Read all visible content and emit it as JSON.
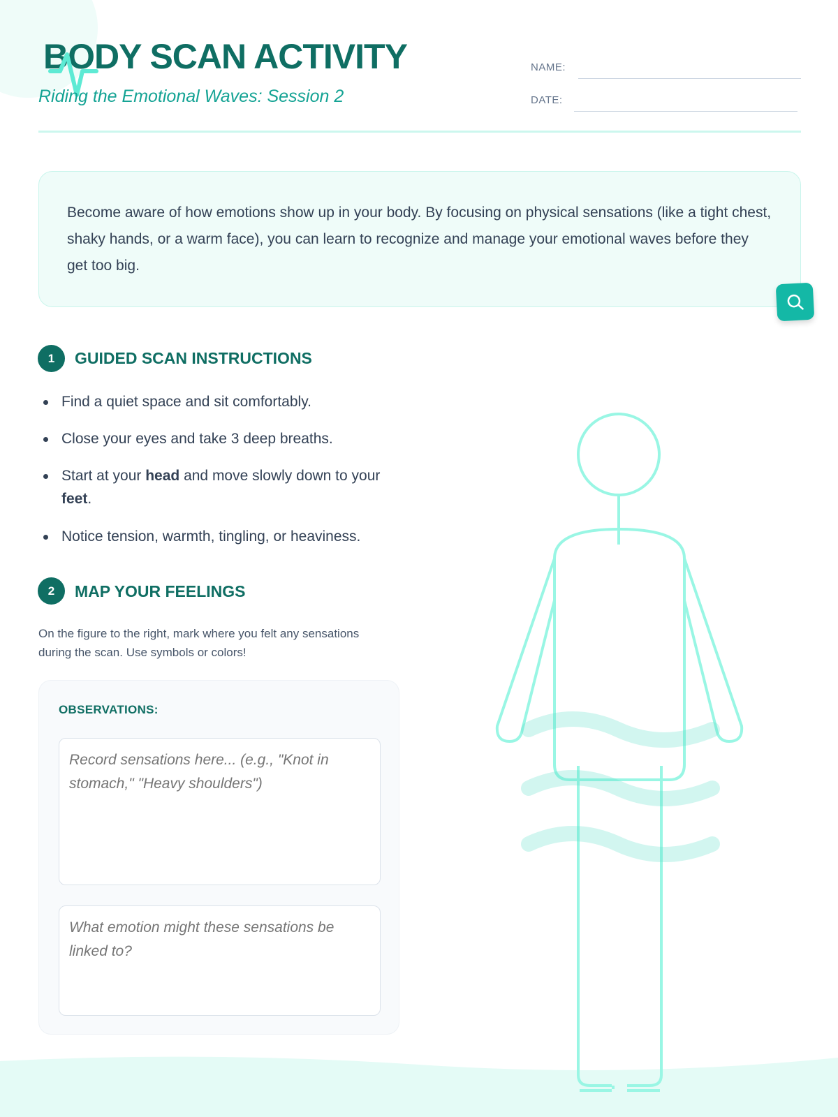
{
  "header": {
    "title": "BODY SCAN ACTIVITY",
    "subtitle": "Riding the Emotional Waves: Session 2",
    "name_label": "NAME:",
    "date_label": "DATE:"
  },
  "intro": {
    "text": "Become aware of how emotions show up in your body. By focusing on physical sensations (like a tight chest, shaky hands, or a warm face), you can learn to recognize and manage your emotional waves before they get too big."
  },
  "search_button": {
    "icon": "search-icon"
  },
  "section1": {
    "number": "1",
    "title": "GUIDED SCAN INSTRUCTIONS",
    "items": [
      {
        "text": "Find a quiet space and sit comfortably."
      },
      {
        "text": "Close your eyes and take 3 deep breaths."
      },
      {
        "pre": "Start at your ",
        "b1": "head",
        "mid": " and move slowly down to your ",
        "b2": "feet",
        "post": "."
      },
      {
        "text": "Notice tension, warmth, tingling, or heaviness."
      }
    ]
  },
  "section2": {
    "number": "2",
    "title": "MAP YOUR FEELINGS",
    "description": "On the figure to the right, mark where you felt any sensations during the scan. Use symbols or colors!"
  },
  "observations": {
    "label": "OBSERVATIONS:",
    "sensations_placeholder": "Record sensations here... (e.g., \"Knot in stomach,\" \"Heavy shoulders\")",
    "emotion_placeholder": "What emotion might these sensations be linked to?"
  },
  "colors": {
    "primary": "#0f6e63",
    "accent": "#14b8a6",
    "figure": "#99f6e4"
  }
}
